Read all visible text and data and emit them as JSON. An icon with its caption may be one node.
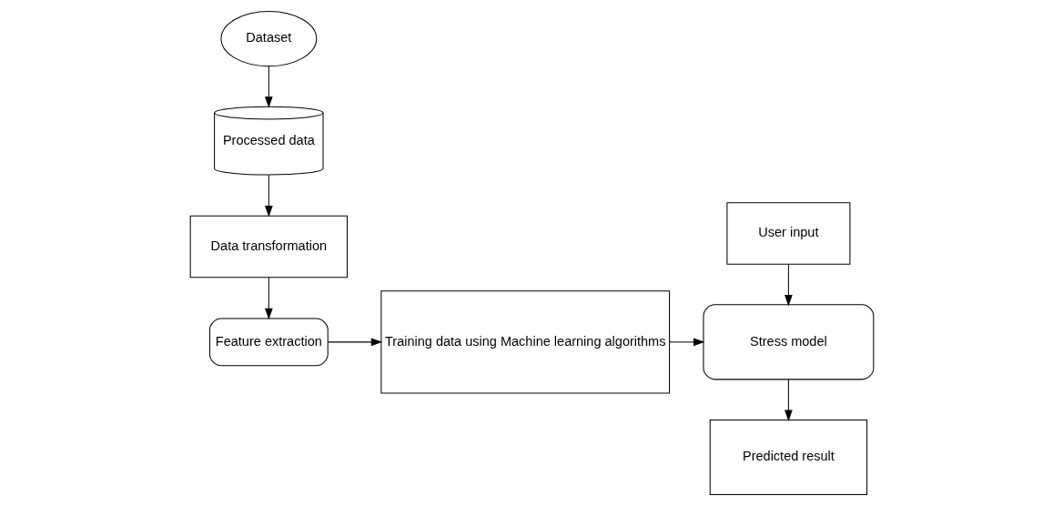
{
  "diagram": {
    "nodes": [
      {
        "text": [
          "Dataset"
        ]
      },
      {
        "text": [
          "Processed data"
        ]
      },
      {
        "text": [
          "Data transformation"
        ]
      },
      {
        "text": [
          "Feature extraction"
        ]
      },
      {
        "text": [
          "Training data using Machine learning algorithms"
        ]
      },
      {
        "text": [
          "User input"
        ]
      },
      {
        "text": [
          "Stress model"
        ]
      },
      {
        "text": [
          "Predicted result"
        ]
      }
    ],
    "edges": [
      {
        "from": 0,
        "to": 1,
        "arrow": "to"
      },
      {
        "from": 1,
        "to": 2,
        "arrow": "to"
      },
      {
        "from": 2,
        "to": 3,
        "arrow": "to"
      },
      {
        "from": 3,
        "to": 4,
        "arrow": "to"
      },
      {
        "from": 4,
        "to": 6,
        "arrow": "to"
      },
      {
        "from": 5,
        "to": 6,
        "arrow": "to"
      },
      {
        "from": 6,
        "to": 7,
        "arrow": "to"
      }
    ]
  }
}
